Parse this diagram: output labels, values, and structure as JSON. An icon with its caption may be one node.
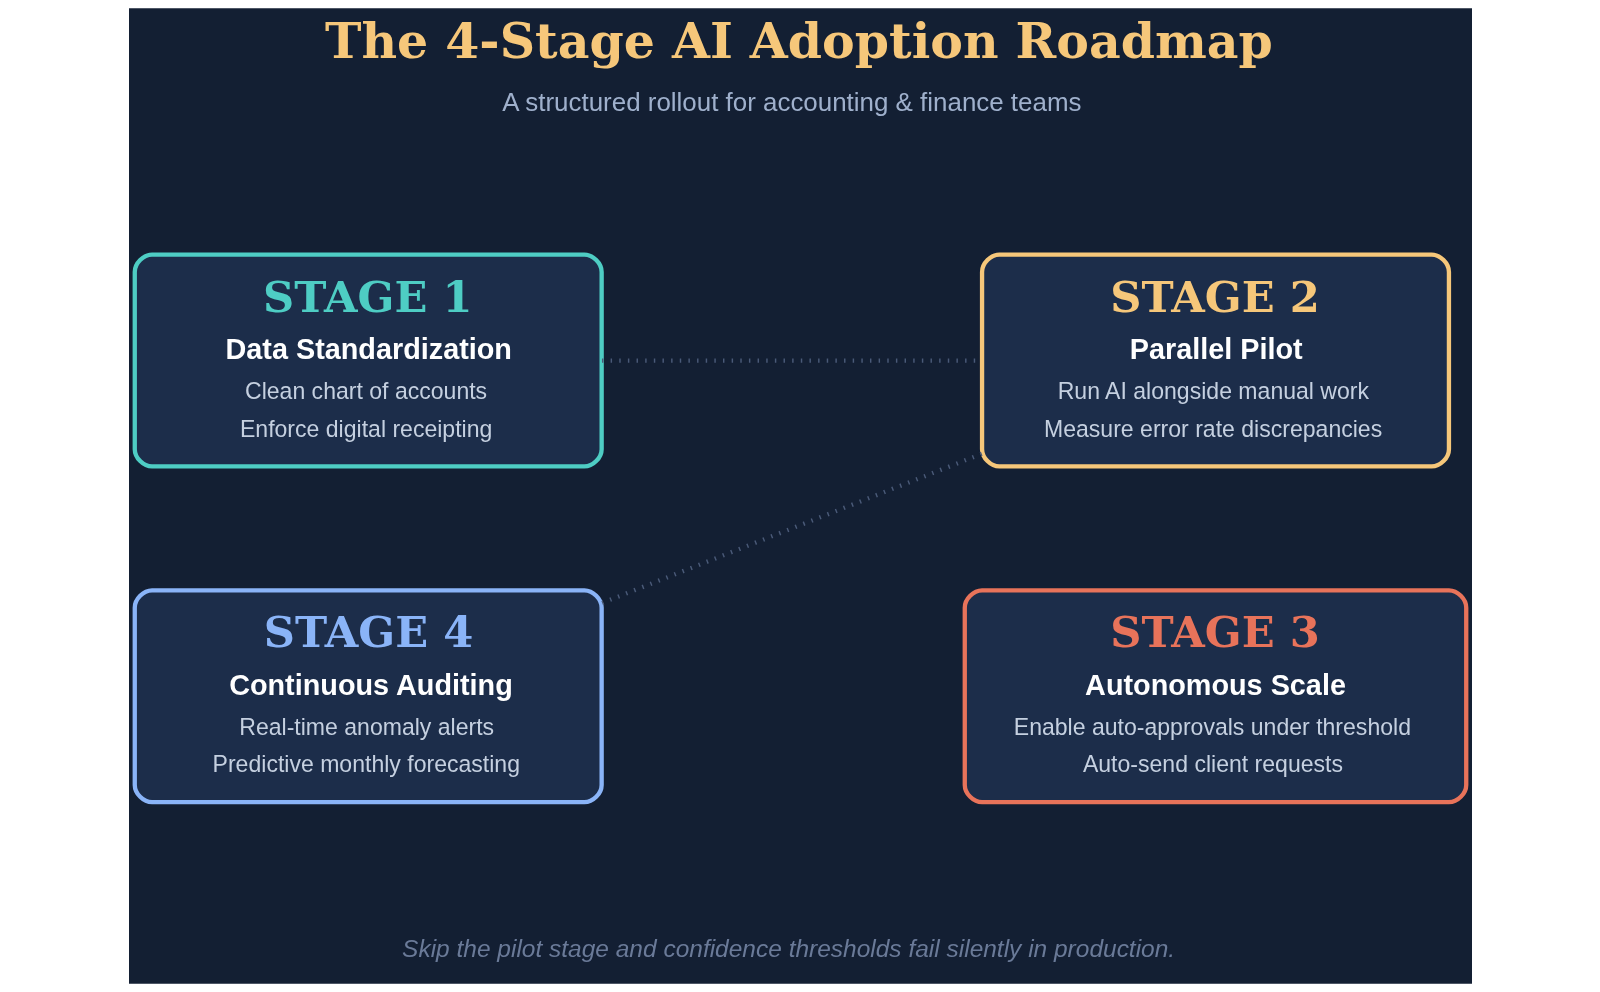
{
  "diagram": {
    "title": "The 4-Stage AI Adoption Roadmap",
    "caption": "Skip the pilot stage and confidence thresholds fail silently in production.",
    "nodes": [
      {
        "text": [
          "STAGE 1",
          "Data Standardization",
          "Clean chart of accounts",
          "Enforce digital receipting"
        ]
      },
      {
        "text": [
          "STAGE 2",
          "Parallel Pilot",
          "Run AI alongside manual work",
          "Measure error rate discrepancies"
        ]
      },
      {
        "text": [
          "STAGE 3",
          "Autonomous Scale",
          "Enable auto-approvals under threshold",
          "Auto-send client requests"
        ]
      },
      {
        "text": [
          "STAGE 4",
          "Continuous Auditing",
          "Real-time anomaly alerts",
          "Predictive monthly forecasting"
        ]
      }
    ],
    "edges": [
      {
        "from": 0,
        "to": 1,
        "arrow": "none",
        "style": "dashed"
      },
      {
        "from": 1,
        "to": 3,
        "arrow": "none",
        "style": "dashed"
      }
    ],
    "labels": [
      "A structured rollout for accounting & finance teams"
    ]
  }
}
